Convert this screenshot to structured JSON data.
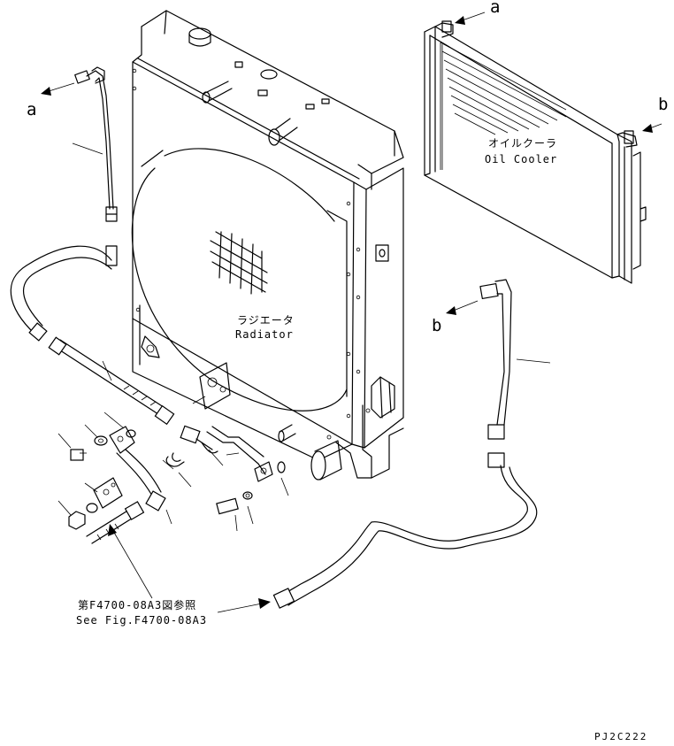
{
  "diagram": {
    "callouts": {
      "a_top": "a",
      "a_left": "a",
      "b_right": "b",
      "b_left": "b"
    },
    "oil_cooler": {
      "label_jp": "オイルクーラ",
      "label_en": "Oil Cooler"
    },
    "radiator": {
      "label_jp": "ラジエータ",
      "label_en": "Radiator"
    },
    "reference": {
      "line_jp": "第F4700-08A3図参照",
      "line_en": "See Fig.F4700-08A3"
    },
    "drawing_code": "PJ2C222"
  }
}
